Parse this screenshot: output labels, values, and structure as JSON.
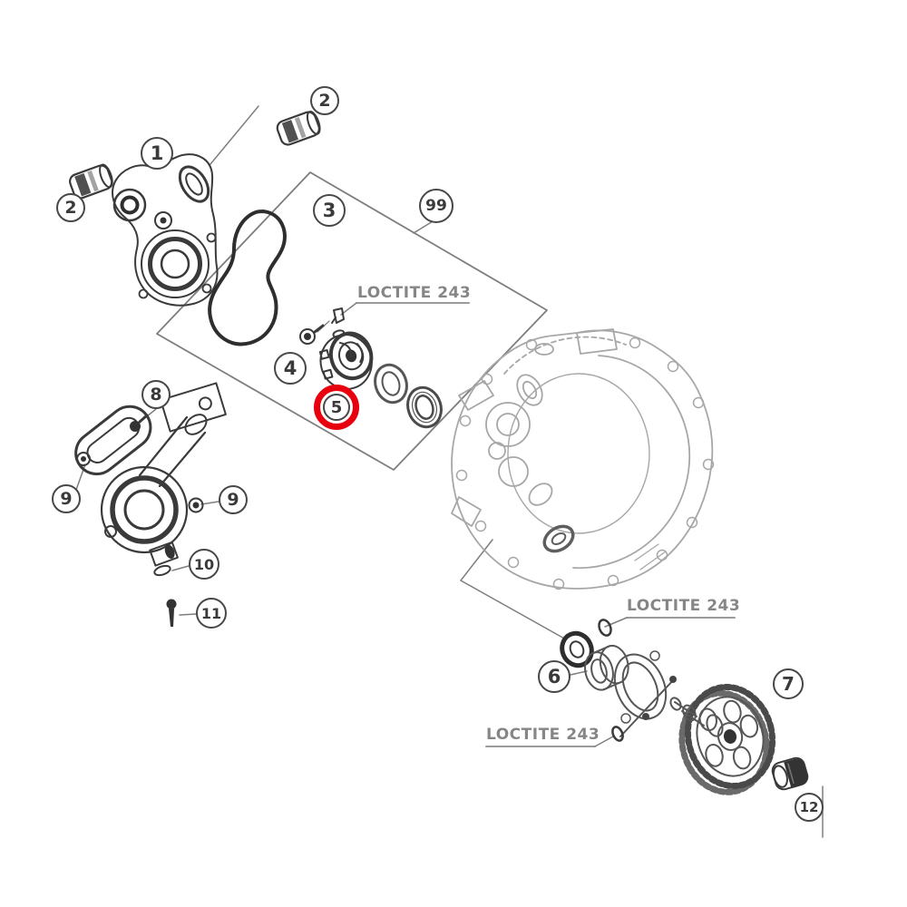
{
  "diagram": {
    "kind": "exploded-parts-diagram",
    "subject": "engine water pump assembly",
    "highlight_color": "#e8000f",
    "line_color": "#3a3a3a",
    "case_line_color": "#a7a7a7",
    "annotation_color": "#868686",
    "highlighted_part": "5"
  },
  "callouts": {
    "c1": {
      "label": "1"
    },
    "c2_top": {
      "label": "2"
    },
    "c2_left": {
      "label": "2"
    },
    "c3": {
      "label": "3"
    },
    "c4": {
      "label": "4"
    },
    "c5": {
      "label": "5",
      "highlighted": true
    },
    "c99": {
      "label": "99"
    },
    "c8": {
      "label": "8"
    },
    "c9_left": {
      "label": "9"
    },
    "c9_right": {
      "label": "9"
    },
    "c10": {
      "label": "10"
    },
    "c11": {
      "label": "11"
    },
    "c6": {
      "label": "6"
    },
    "c7": {
      "label": "7"
    },
    "c12": {
      "label": "12"
    }
  },
  "annotations": {
    "loctite_top": {
      "text": "LOCTITE 243"
    },
    "loctite_right": {
      "text": "LOCTITE 243"
    },
    "loctite_bottom": {
      "text": "LOCTITE 243"
    }
  }
}
